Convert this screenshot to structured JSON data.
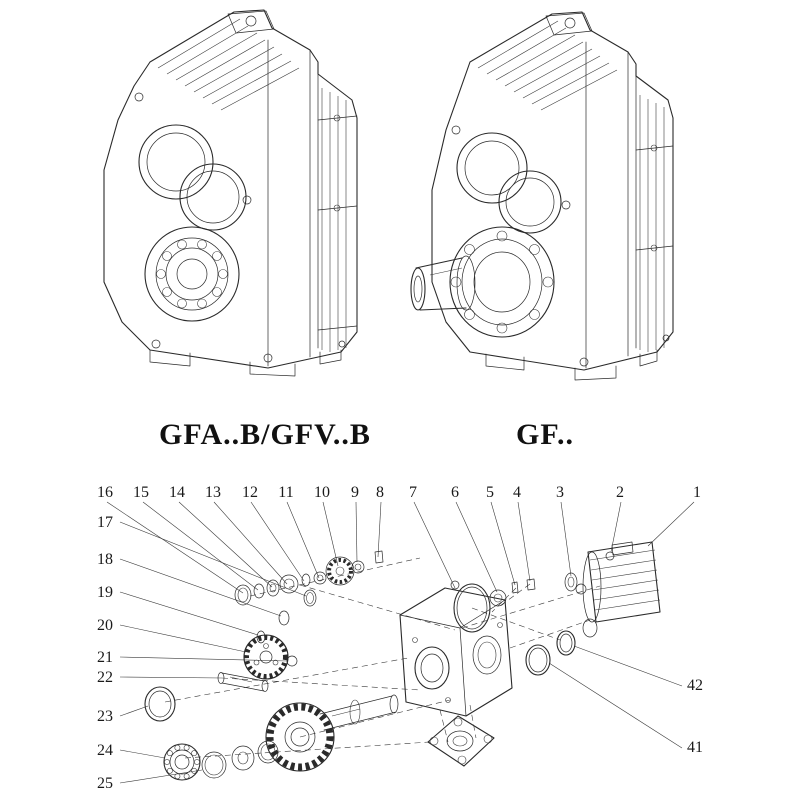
{
  "figures": {
    "left_label": "GFA..B/GFV..B",
    "right_label": "GF.."
  },
  "exploded": {
    "callouts_top": [
      "16",
      "15",
      "14",
      "13",
      "12",
      "11",
      "10",
      "9",
      "8",
      "7",
      "6",
      "5",
      "4",
      "3",
      "2",
      "1"
    ],
    "callouts_left": [
      "17",
      "18",
      "19",
      "20",
      "21",
      "22",
      "23",
      "24",
      "25"
    ],
    "callouts_right": [
      "42",
      "41"
    ]
  },
  "colors": {
    "line": "#2a2a2a",
    "background": "#ffffff"
  }
}
